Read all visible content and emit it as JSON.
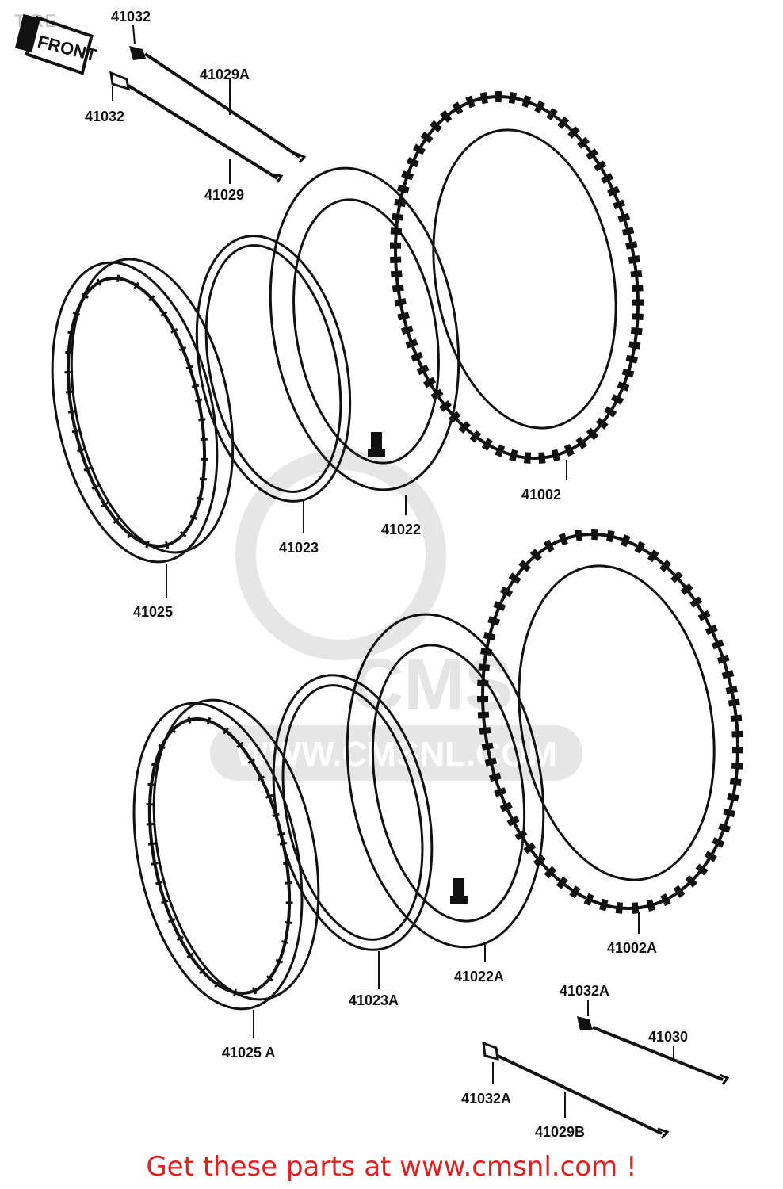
{
  "header": {
    "title": "TIRE"
  },
  "diagram": {
    "front_marker": "FRONT",
    "watermark": {
      "brand": "CMS",
      "url": "WWW.CMSNL.COM"
    },
    "labels": {
      "p41032_top": "41032",
      "p41032_mid": "41032",
      "p41029A": "41029A",
      "p41029": "41029",
      "p41002": "41002",
      "p41022": "41022",
      "p41023": "41023",
      "p41025": "41025",
      "p41002A": "41002A",
      "p41022A": "41022A",
      "p41023A": "41023A",
      "p41025A": "41025 A",
      "p41032A_right": "41032A",
      "p41030": "41030",
      "p41032A_left": "41032A",
      "p41029B": "41029B"
    }
  },
  "footer": {
    "cta": "Get these parts at www.cmsnl.com !"
  },
  "colors": {
    "accent": "#e02020",
    "line": "#111111",
    "watermark": "#e6e6e6"
  }
}
